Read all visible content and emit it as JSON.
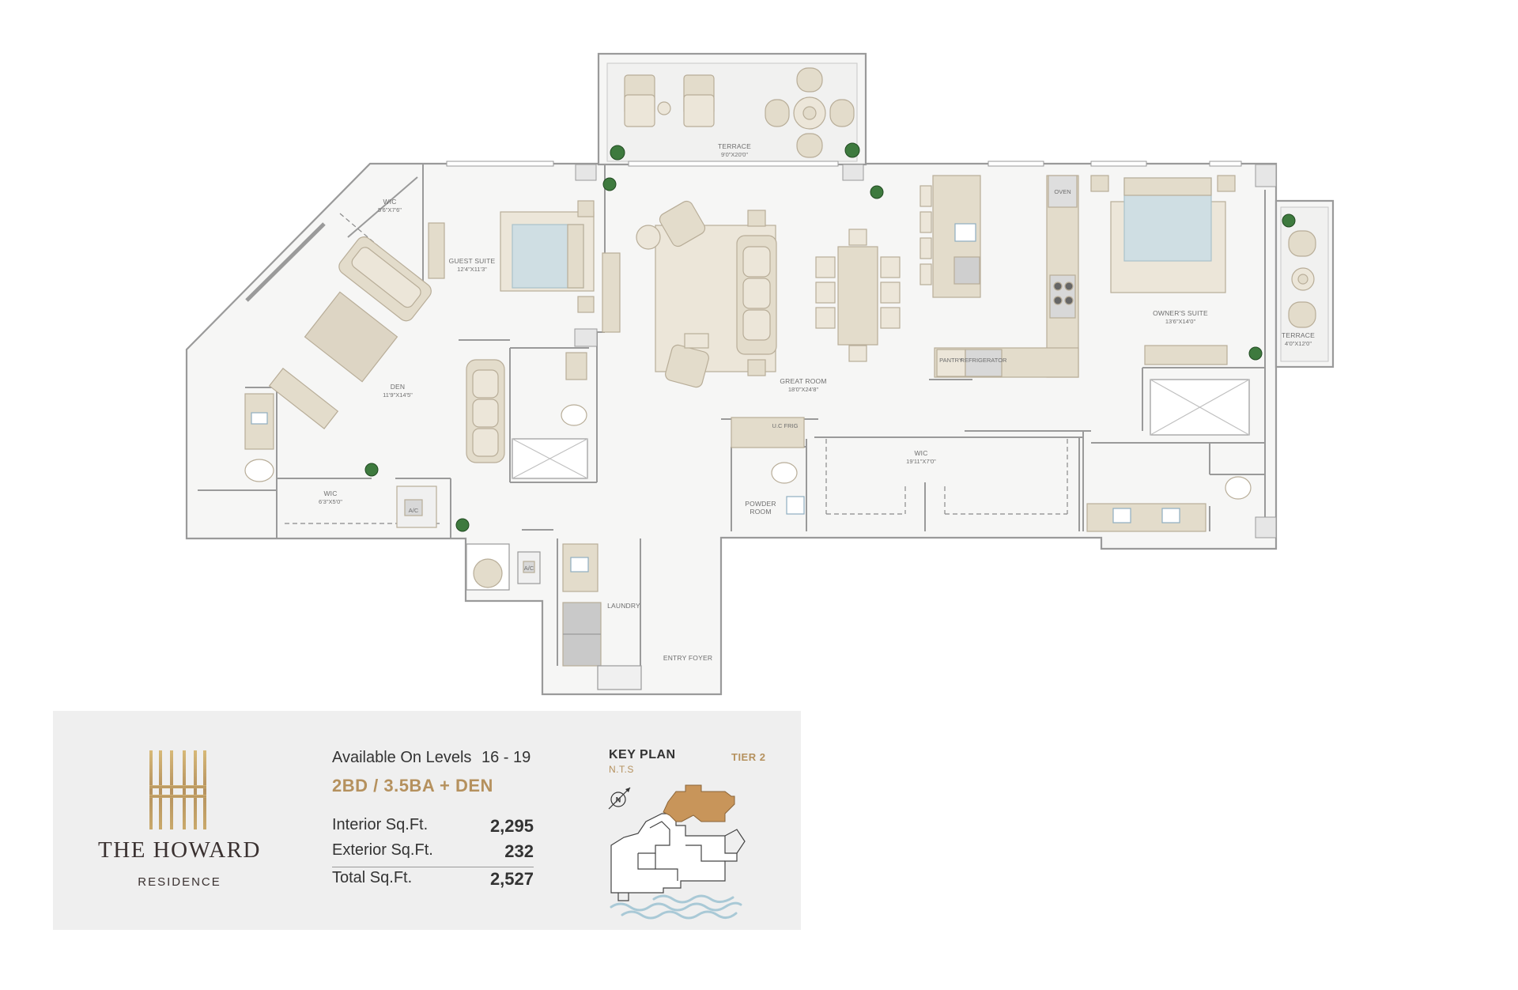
{
  "rooms": {
    "terrace_top": {
      "name": "TERRACE",
      "dims": "9'0\"X20'0\""
    },
    "wic_den": {
      "name": "WIC",
      "dims": "5'6\"X7'6\""
    },
    "guest_suite": {
      "name": "GUEST SUITE",
      "dims": "12'4\"X11'3\""
    },
    "den": {
      "name": "DEN",
      "dims": "11'9\"X14'5\""
    },
    "wic_small": {
      "name": "WIC",
      "dims": "6'3\"X5'0\""
    },
    "great_room": {
      "name": "GREAT ROOM",
      "dims": "18'0\"X24'8\""
    },
    "owners_suite": {
      "name": "OWNER'S SUITE",
      "dims": "13'6\"X14'0\""
    },
    "terrace_right": {
      "name": "TERRACE",
      "dims": "4'0\"X12'0\""
    },
    "wic_large": {
      "name": "WIC",
      "dims": "19'11\"X7'0\""
    },
    "powder_room": {
      "name": "POWDER",
      "name2": "ROOM"
    },
    "laundry": {
      "name": "LAUNDRY"
    },
    "entry_foyer": {
      "name": "ENTRY FOYER"
    }
  },
  "fixtures": {
    "oven": "OVEN",
    "pantry": "PANTRY",
    "refrigerator": "REFRIGERATOR",
    "uc_frig": "U.C FRIG",
    "ac": "A/C"
  },
  "info": {
    "brand_name": "THE HOWARD",
    "brand_sub": "RESIDENCE",
    "levels_label": "Available On Levels",
    "levels_value": "16 - 19",
    "unit_type": "2BD / 3.5BA + DEN",
    "interior_label": "Interior Sq.Ft.",
    "interior_value": "2,295",
    "exterior_label": "Exterior Sq.Ft.",
    "exterior_value": "232",
    "total_label": "Total Sq.Ft.",
    "total_value": "2,527",
    "key_plan_title": "KEY PLAN",
    "key_plan_nts": "N.T.S",
    "tier": "TIER 2",
    "compass_letter": "N"
  },
  "colors": {
    "gold": "#b5915e",
    "wall": "#9a9a9a",
    "floor": "#f5f5f4",
    "rug": "#ece6d9",
    "furniture": "#e3dccb",
    "bed": "#cfdee3",
    "plant": "#3e7a3e",
    "panel": "#efefef",
    "water": "#a9c9d6"
  }
}
